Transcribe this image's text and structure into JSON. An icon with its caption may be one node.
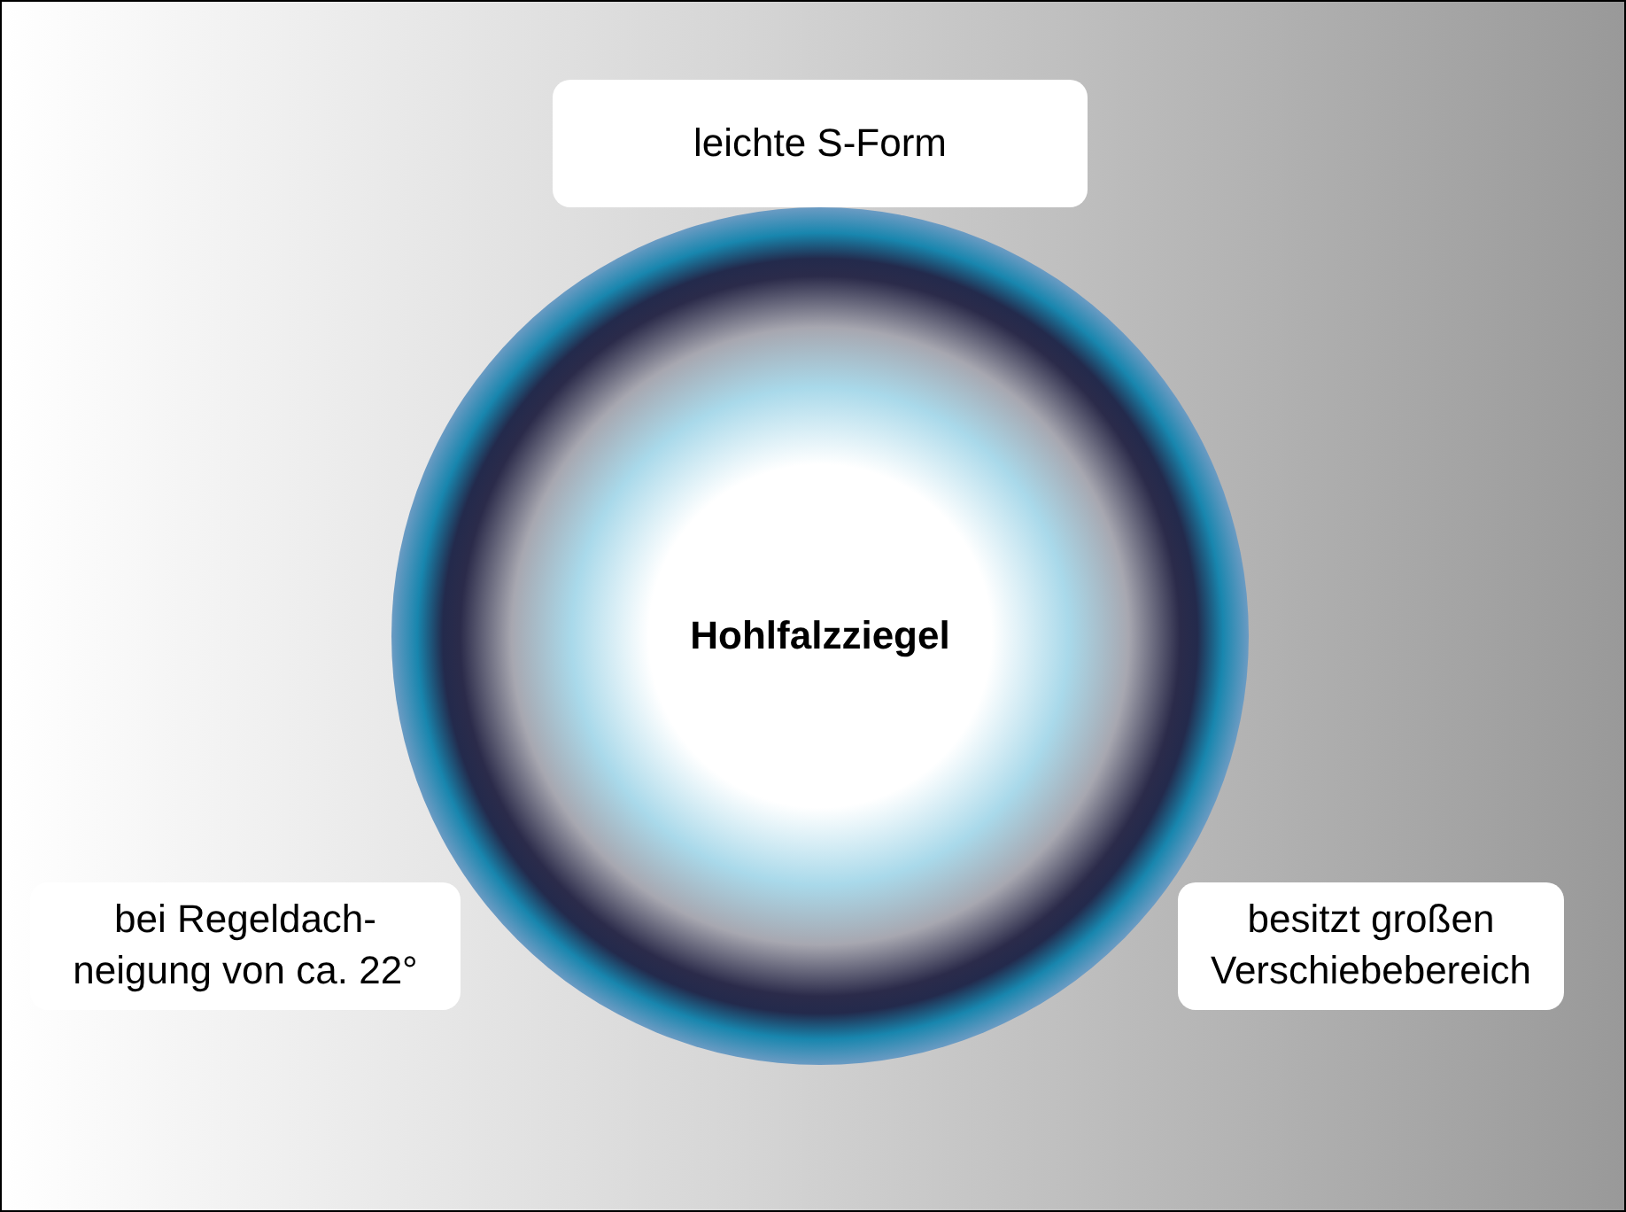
{
  "diagram": {
    "nodes": [
      {
        "text": [
          "leichte S-Form"
        ]
      },
      {
        "text": [
          "Hohlfalzziegel"
        ]
      },
      {
        "text": [
          "bei Regeldach-neigung von ca. 22°"
        ]
      },
      {
        "text": [
          "besitzt großen Verschiebebereich"
        ]
      }
    ]
  }
}
